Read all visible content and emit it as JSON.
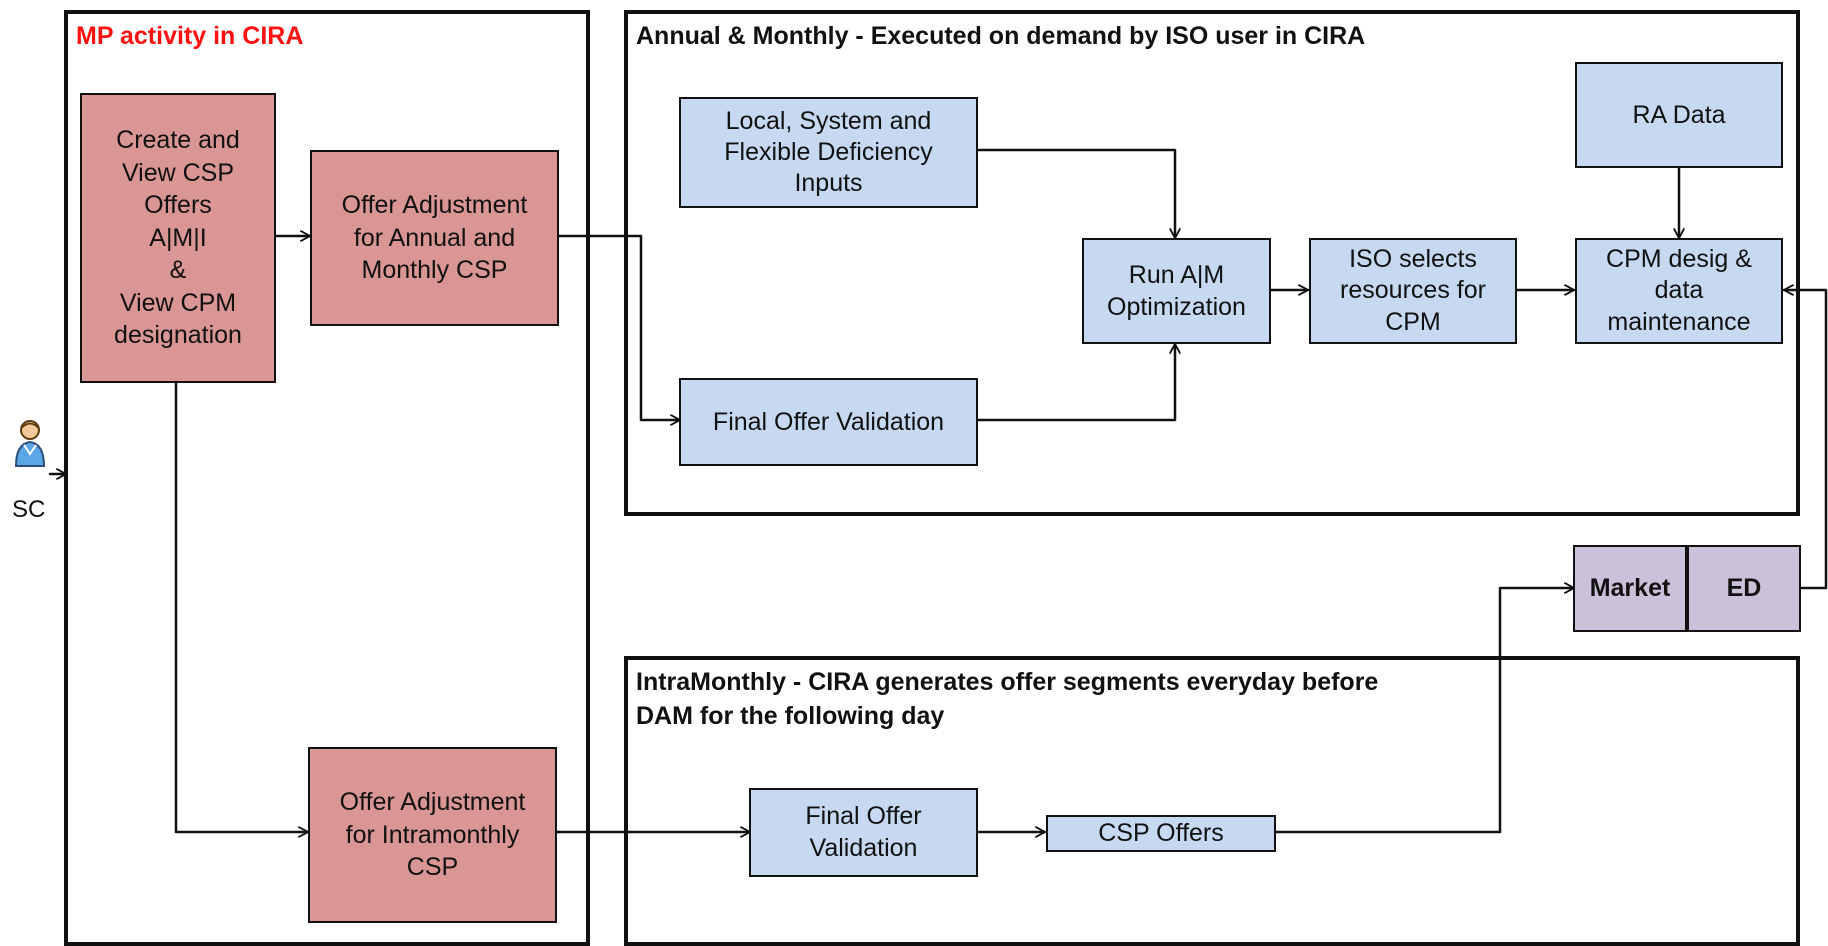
{
  "actor": {
    "label": "SC",
    "icon": "user-icon"
  },
  "frames": {
    "mp_activity": {
      "title": "MP activity in CIRA",
      "title_color": "#ff1111"
    },
    "annual_monthly": {
      "title": "Annual & Monthly - Executed on demand by ISO user in CIRA"
    },
    "intramonthly": {
      "title": "IntraMonthly - CIRA generates offer segments everyday before\nDAM for the following day"
    }
  },
  "nodes": {
    "create_view": {
      "label": "Create and\nView CSP\nOffers\nA|M|I\n&\nView CPM\ndesignation"
    },
    "offer_adjustment_annual_monthly": {
      "label": "Offer Adjustment\nfor Annual and\nMonthly CSP"
    },
    "offer_adjustment_intramonthly": {
      "label": "Offer Adjustment\nfor Intramonthly\nCSP"
    },
    "deficiency_inputs": {
      "label": "Local, System and\nFlexible Deficiency\nInputs"
    },
    "final_offer_validation_annual": {
      "label": "Final Offer Validation"
    },
    "run_optimization": {
      "label": "Run A|M\nOptimization"
    },
    "iso_selects": {
      "label": "ISO selects\nresources for\nCPM"
    },
    "ra_data": {
      "label": "RA Data"
    },
    "cpm_designation": {
      "label": "CPM desig &\ndata\nmaintenance"
    },
    "market": {
      "label": "Market"
    },
    "ed": {
      "label": "ED"
    },
    "final_offer_validation_intra": {
      "label": "Final Offer\nValidation"
    },
    "csp_offers": {
      "label": "CSP Offers"
    }
  },
  "colors": {
    "mp_boxes": "#d99694",
    "iso_boxes": "#c6d9f1",
    "market_boxes": "#ccc1da",
    "lines": "#111111"
  }
}
